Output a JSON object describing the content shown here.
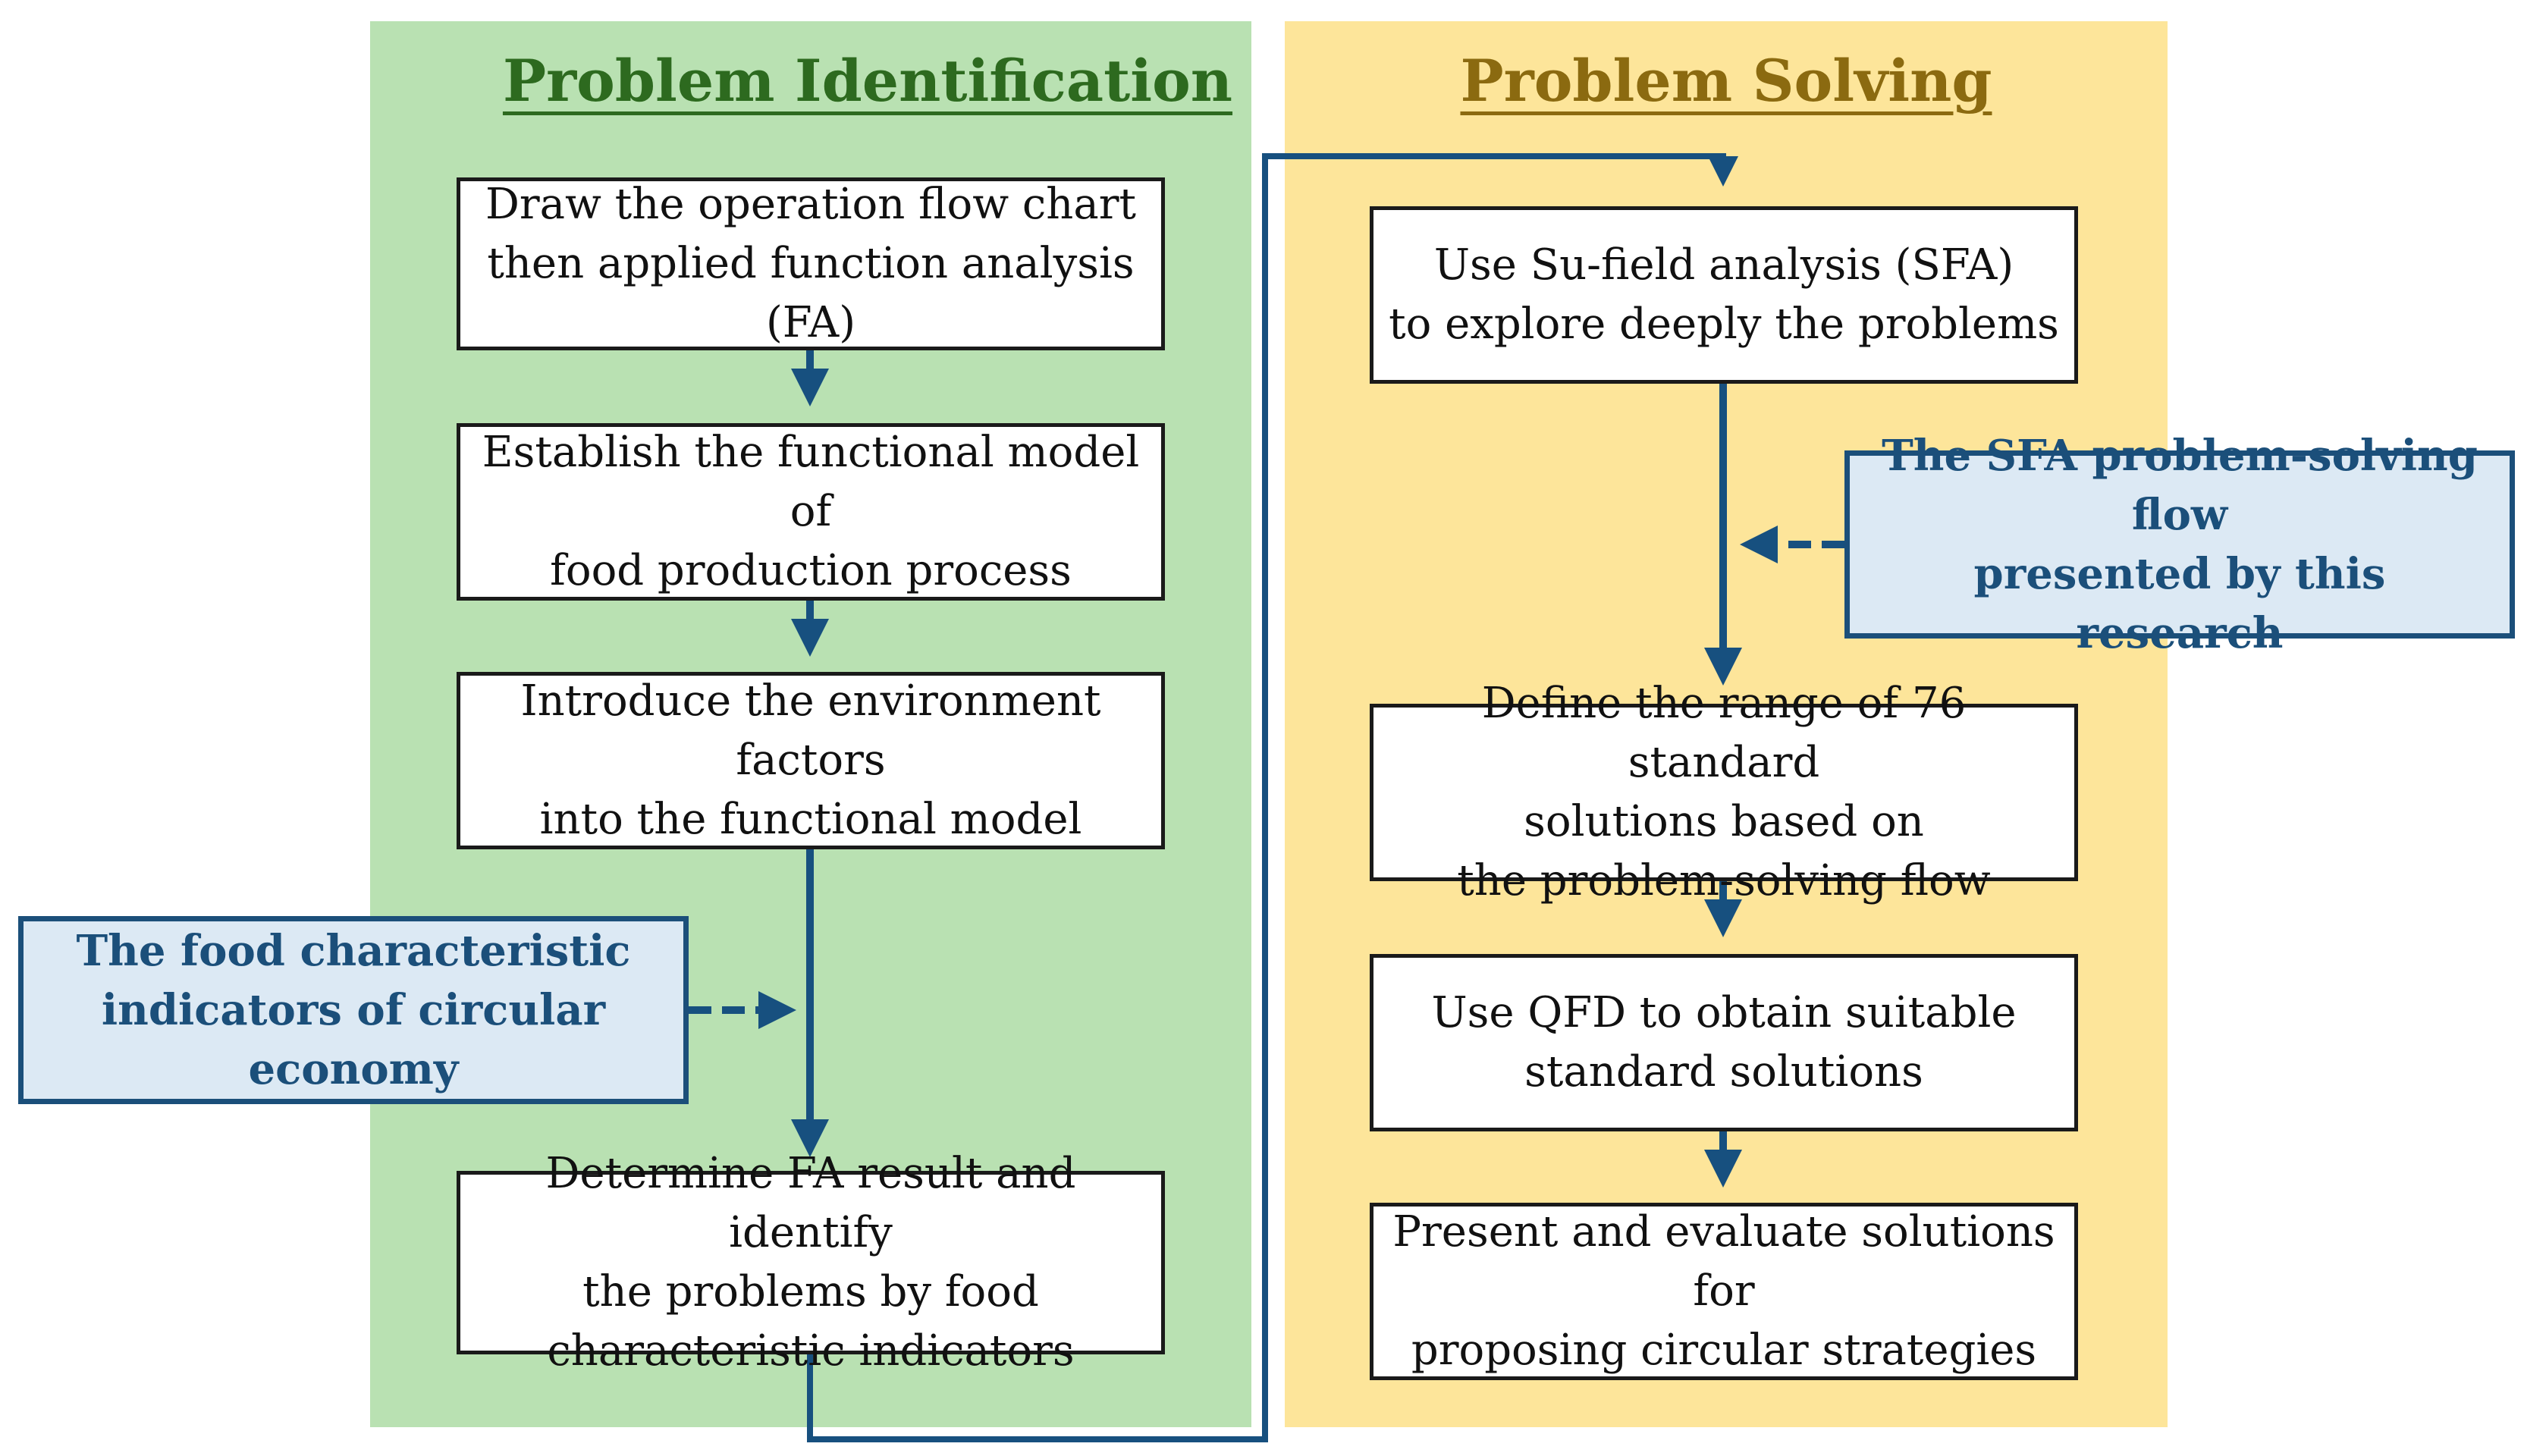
{
  "colors": {
    "identification_panel": "#b9e1b2",
    "solving_panel": "#fde59a",
    "identification_heading": "#2d6a1f",
    "solving_heading": "#8b6a10",
    "arrow": "#17507f",
    "note_fill": "#dce9f4",
    "note_text": "#1b4f7a"
  },
  "identification": {
    "heading": "Problem Identification",
    "steps": [
      "Draw the operation flow chart\nthen applied function analysis (FA)",
      "Establish the functional model of\nfood production process",
      "Introduce the environment factors\ninto the functional model",
      "Determine FA result and identify\nthe problems by food\ncharacteristic indicators"
    ],
    "note": "The food characteristic\nindicators of circular economy"
  },
  "solving": {
    "heading": "Problem Solving",
    "steps": [
      "Use Su-field analysis (SFA)\nto explore deeply the problems",
      "Define the range of 76 standard\nsolutions based on\nthe problem-solving flow",
      "Use QFD to obtain suitable\nstandard solutions",
      "Present and evaluate solutions for\nproposing circular strategies"
    ],
    "note": "The SFA problem-solving flow\npresented by this research"
  }
}
